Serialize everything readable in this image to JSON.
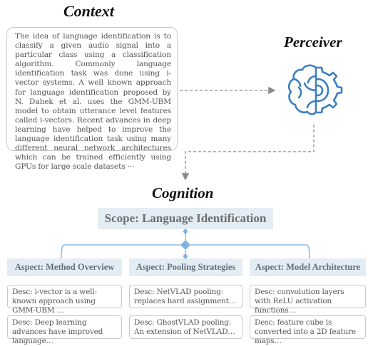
{
  "context": {
    "title": "Context",
    "text": "The idea of language identification is to classify a given audio signal into a particular class using a classification algorithm. Commonly language identification task was done using i-vector systems. A well known approach for language identification proposed by N. Dahek et al. uses the GMM-UBM model to obtain utterance level features called i-vectors. Recent advances in deep learning have helped to improve the language identification task using many different neural network architectures which can be trained efficiently using GPUs for large scale datasets ···"
  },
  "perceiver": {
    "title": "Perceiver",
    "icon": "brain-gear-icon",
    "icon_color": "#3a7fc1"
  },
  "cognition": {
    "title": "Cognition",
    "scope": "Scope: Language Identification",
    "aspects": [
      {
        "label": "Aspect: Method Overview",
        "descs": [
          "Desc: i-vector is a well-known approach using GMM-UBM …",
          "Desc: Deep learning advances have improved language…"
        ]
      },
      {
        "label": "Aspect: Pooling Strategies",
        "descs": [
          "Desc: NetVLAD pooling: replaces hard assignment…",
          "Desc: GhostVLAD pooling: An extension of NetVLAD…"
        ]
      },
      {
        "label": "Aspect: Model Architecture",
        "descs": [
          "Desc: convolution layers with ReLU activation functions…",
          "Desc: feature cube is converted into a 2D feature maps…"
        ]
      }
    ]
  },
  "colors": {
    "accent": "#7fb2e0",
    "box_fill": "#e4edf4",
    "arrow": "#8a8a8a"
  }
}
